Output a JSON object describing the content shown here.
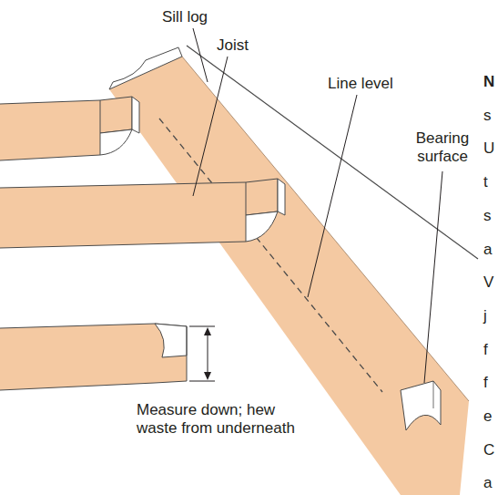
{
  "diagram": {
    "labels": [
      "Sill log",
      "Joist",
      "Line level",
      "Bearing surface",
      "Measure down; hew waste from underneath",
      "N",
      "s",
      "U",
      "t",
      "s",
      "a",
      "V",
      "j",
      "f",
      "f",
      "e",
      "C",
      "a"
    ]
  }
}
